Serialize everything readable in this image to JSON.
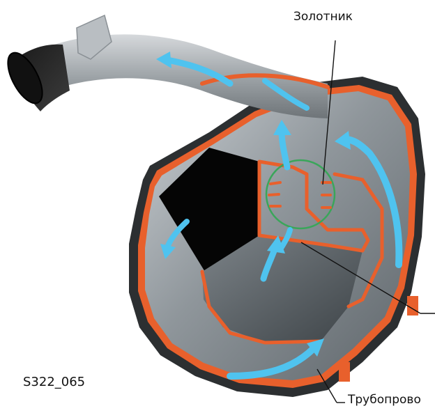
{
  "labels": {
    "top_callout": "Золотник",
    "bottom_callout": "Трубопрово",
    "figure_id": "S322_065"
  },
  "colors": {
    "housing_orange": "#e8602c",
    "duct_gray": "#8e9499",
    "flow_arrow": "#4fc3ef",
    "valve_circle": "#3aa65a",
    "inlet_dark": "#2b2b2b"
  },
  "icons": [
    "flow-arrow-icon",
    "valve-highlight-circle"
  ]
}
